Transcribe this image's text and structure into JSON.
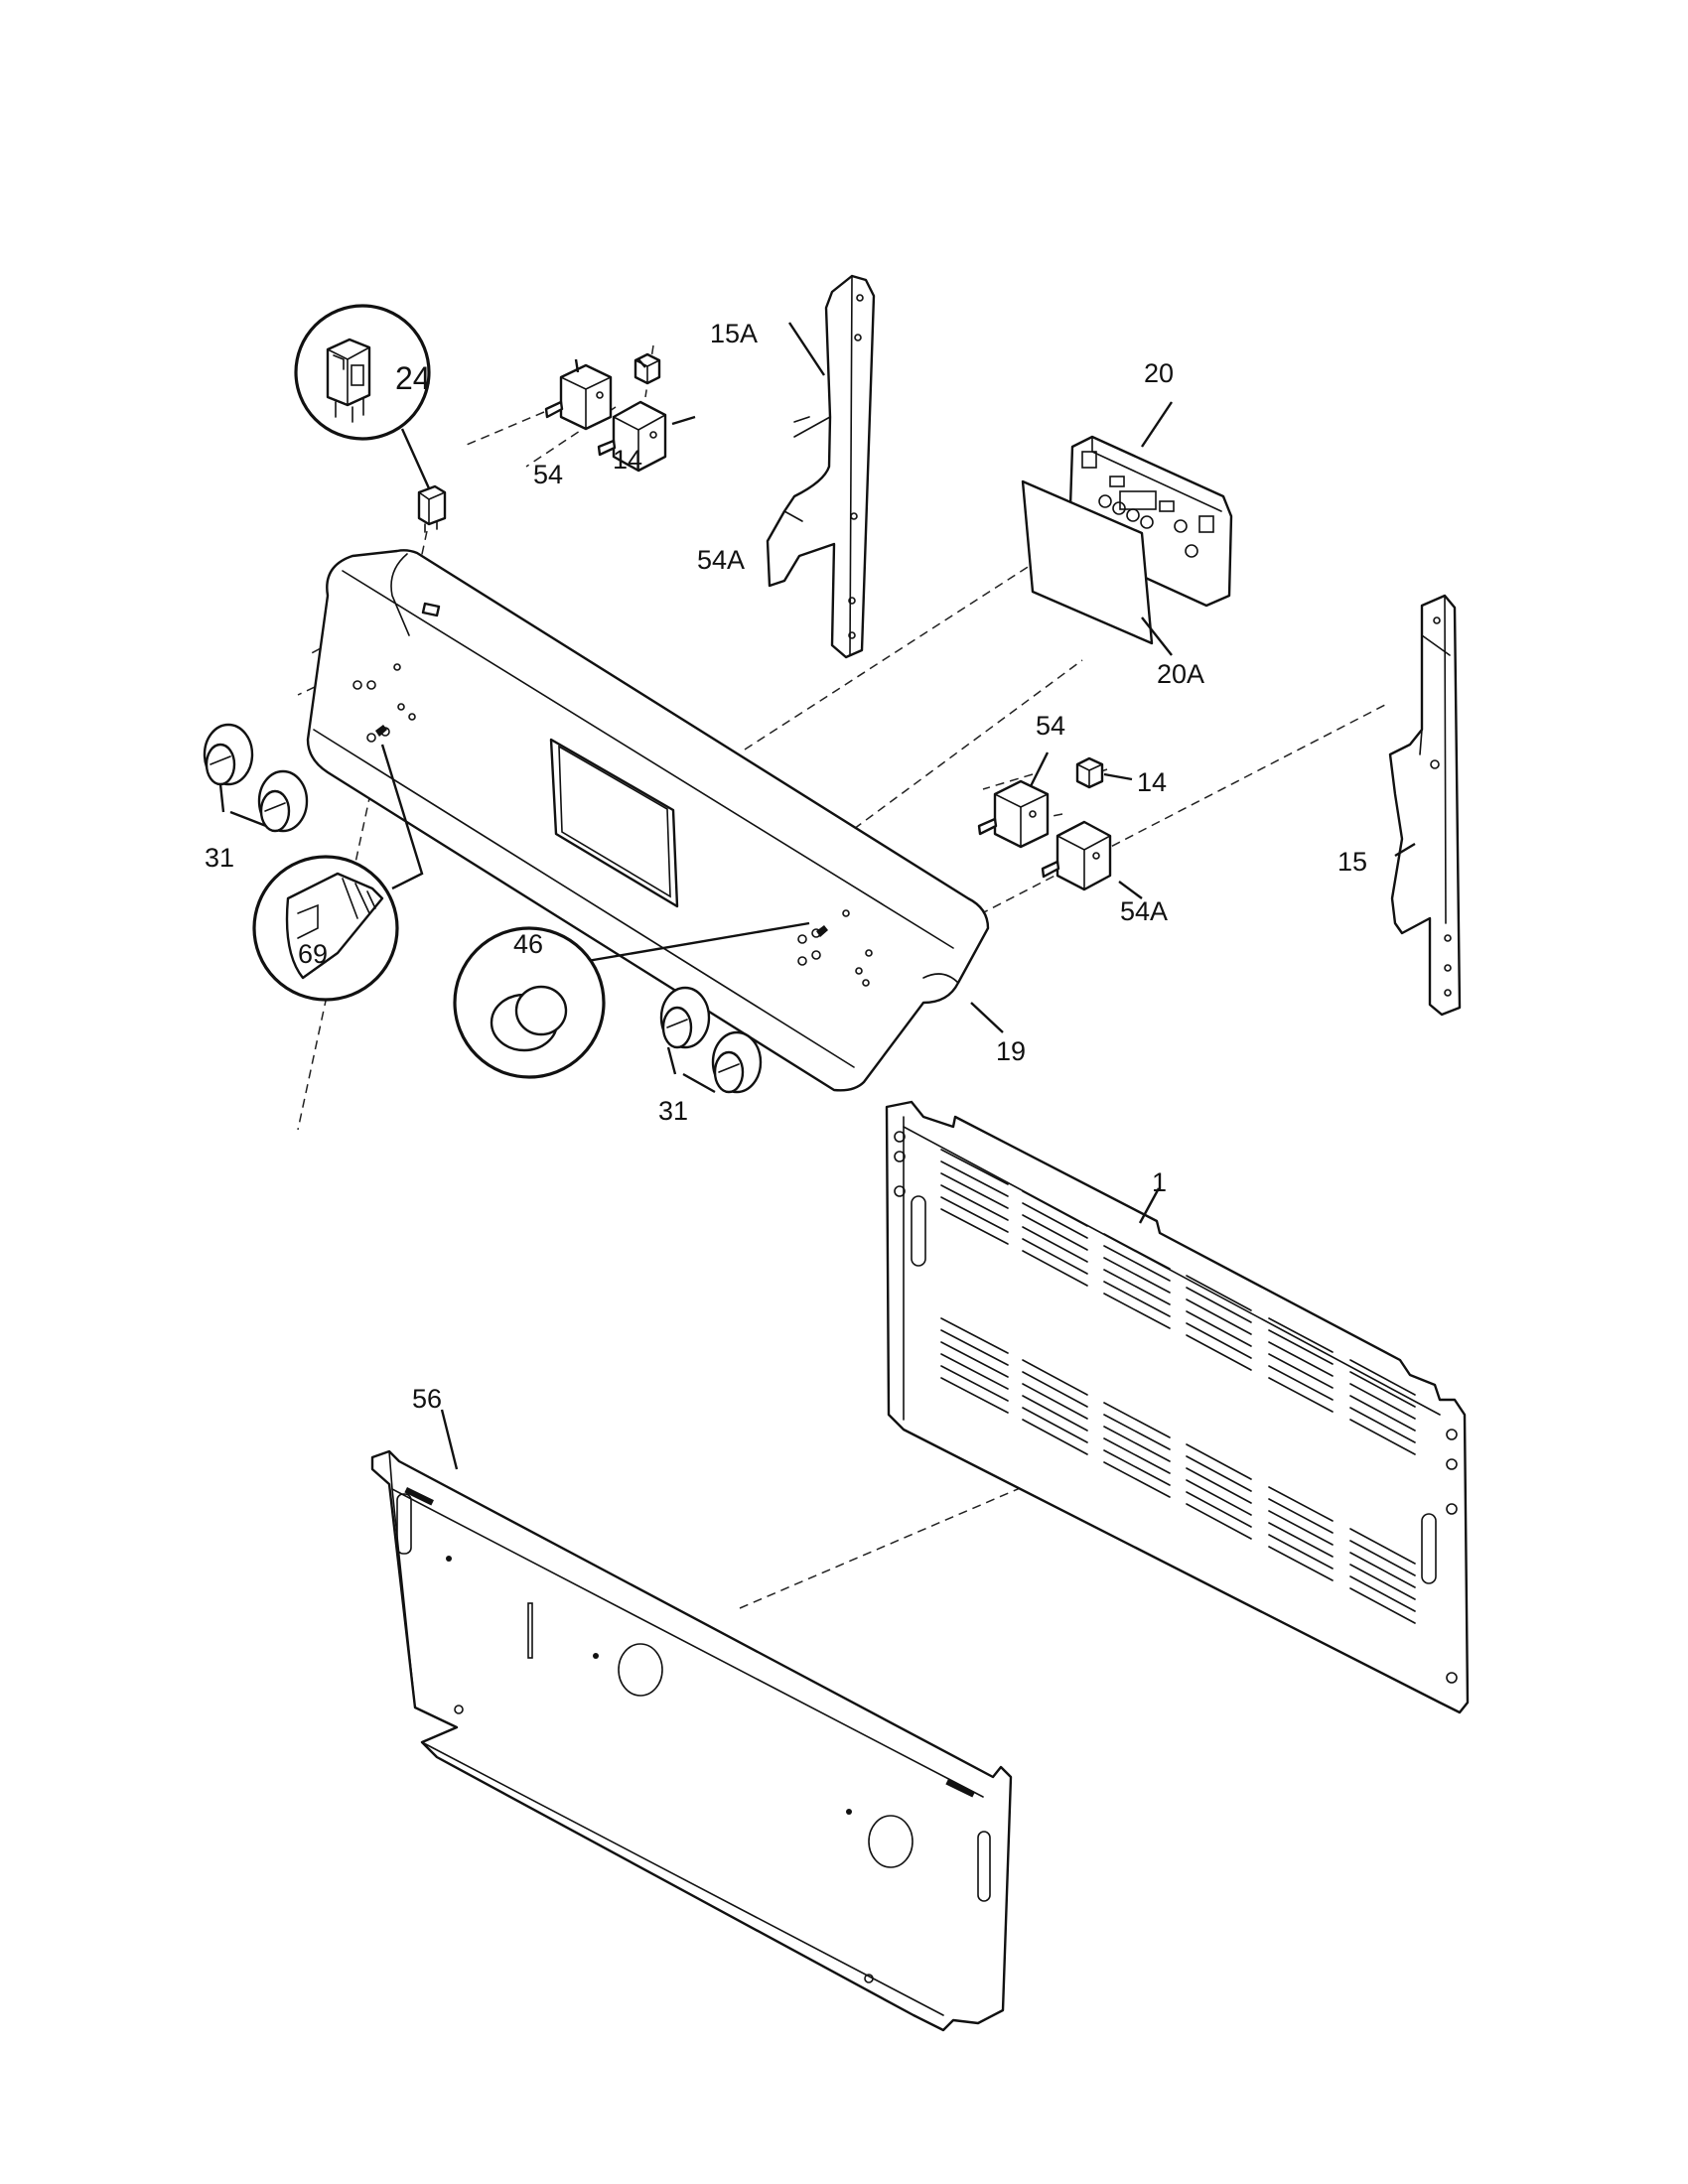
{
  "labels": {
    "p1": "1",
    "p14_upper": "14",
    "p14_lower": "14",
    "p15": "15",
    "p15a": "15A",
    "p19": "19",
    "p20": "20",
    "p20a": "20A",
    "p24": "24",
    "p31_left": "31",
    "p31_right": "31",
    "p46": "46",
    "p54_upper": "54",
    "p54_lower": "54",
    "p54a_upper": "54A",
    "p54a_lower": "54A",
    "p56": "56",
    "p69": "69"
  }
}
